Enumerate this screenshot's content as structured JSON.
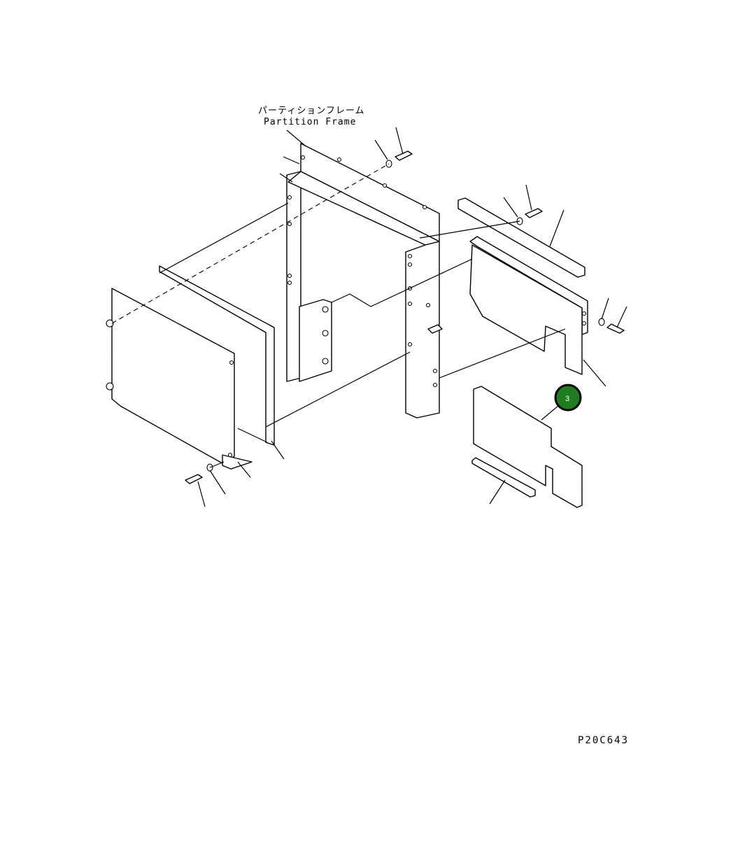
{
  "labels": {
    "partition_frame_jp": "パーティションフレーム",
    "partition_frame_en": "Partition Frame"
  },
  "callout": {
    "number": "3",
    "fill_color": "#1e7d1e",
    "ring_color": "#000000"
  },
  "drawing_code": "P20C643"
}
